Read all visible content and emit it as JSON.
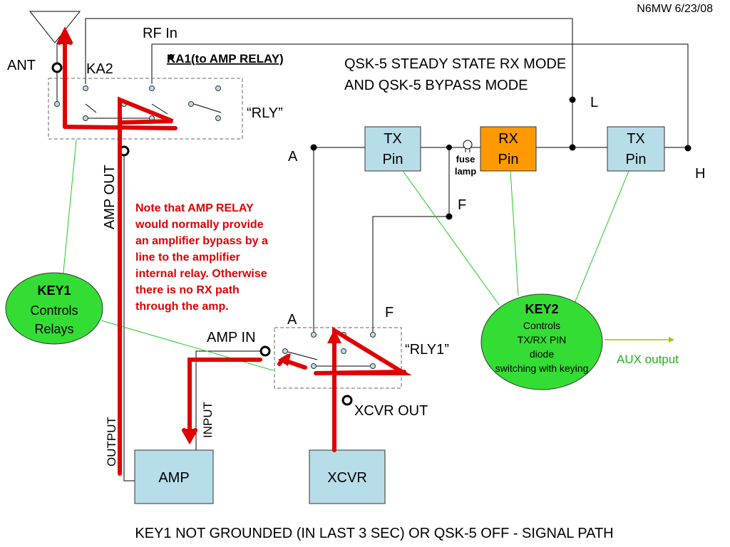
{
  "credit": "N6MW 6/23/08",
  "title_lines": [
    "QSK-5 STEADY STATE RX MODE",
    "AND QSK-5 BYPASS MODE"
  ],
  "footer": "KEY1 NOT GROUNDED (IN LAST 3 SEC) OR QSK-5 OFF - SIGNAL PATH",
  "labels": {
    "rf_in": "RF In",
    "ant": "ANT",
    "ka2": "KA2",
    "ka1": "KA1(to AMP RELAY)",
    "rly": "“RLY”",
    "rly1": "“RLY1”",
    "amp_out": "AMP OUT",
    "amp_in": "AMP IN",
    "xcvr_out": "XCVR OUT",
    "output": "OUTPUT",
    "input": "INPUT",
    "node_a_top": "A",
    "node_a_bottom": "A",
    "node_f_top": "F",
    "node_f_bottom": "F",
    "node_l": "L",
    "node_h": "H",
    "fuse_lamp": [
      "fuse",
      "lamp"
    ],
    "aux_output": "AUX output"
  },
  "boxes": {
    "tx_pin_left": [
      "TX",
      "Pin"
    ],
    "rx_pin": [
      "RX",
      "Pin"
    ],
    "tx_pin_right": [
      "TX",
      "Pin"
    ],
    "amp": "AMP",
    "xcvr": "XCVR"
  },
  "key1": {
    "title": "KEY1",
    "lines": [
      "Controls",
      "Relays"
    ]
  },
  "key2": {
    "title": "KEY2",
    "lines": [
      "Controls",
      "TX/RX PIN",
      "diode",
      "switching with keying"
    ]
  },
  "note_lines": [
    "Note that AMP RELAY",
    "would normally provide",
    "an amplifier bypass by a",
    "line to the amplifier",
    "internal relay. Otherwise",
    "there is no RX path",
    "through the amp."
  ],
  "colors": {
    "signal_path": "#e00000",
    "control_line": "#22cc22",
    "pin_box_fill": "#b7dde8",
    "rx_pin_fill": "#ff9900",
    "key_fill": "#33dd33",
    "aux_arrow": "#99cc00"
  }
}
